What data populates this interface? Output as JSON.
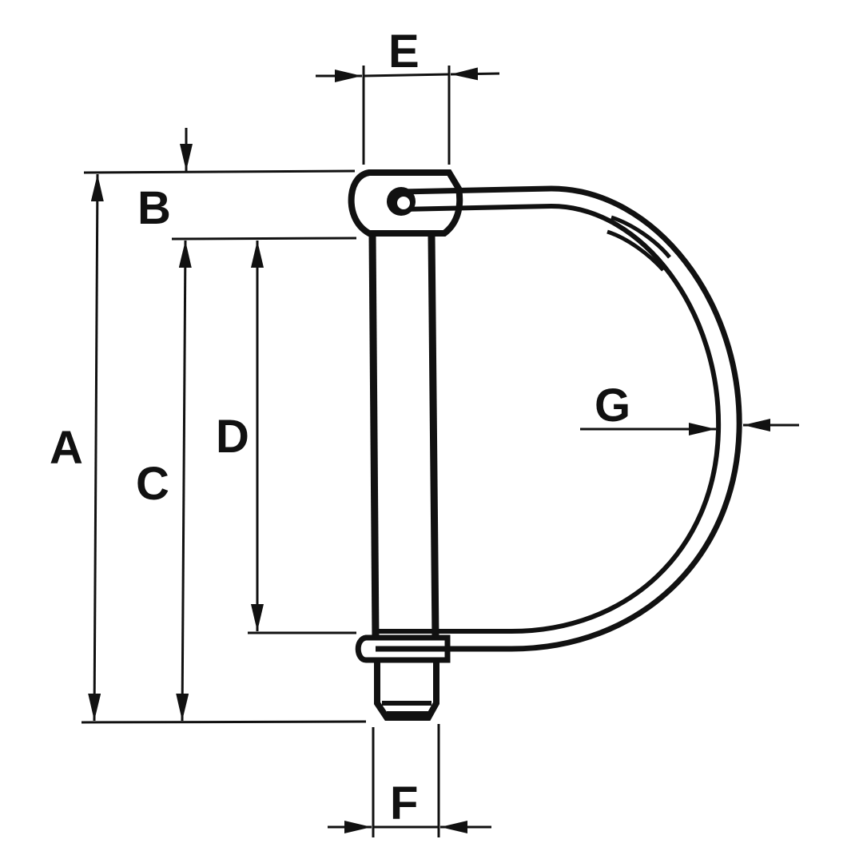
{
  "labels": {
    "A": "A",
    "B": "B",
    "C": "C",
    "D": "D",
    "E": "E",
    "F": "F",
    "G": "G"
  },
  "colors": {
    "line": "#111111",
    "background": "#ffffff"
  }
}
